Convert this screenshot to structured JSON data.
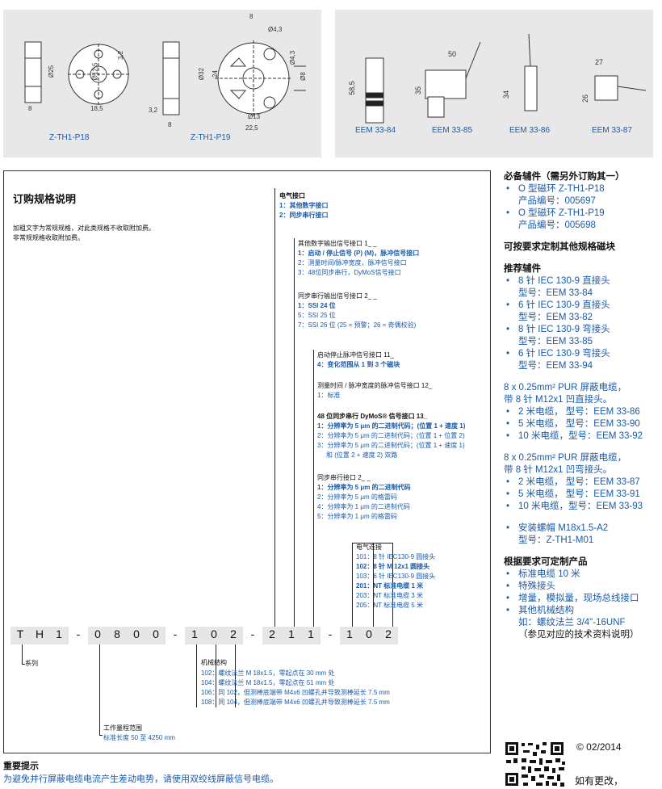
{
  "drawings": {
    "p18_label": "Z-TH1-P18",
    "p19_label": "Z-TH1-P19",
    "p18_dims": {
      "d1": "Ø12,5",
      "d2": "Ø25",
      "d3": "3,2",
      "d4": "18,5",
      "d5": "8"
    },
    "p19_dims": {
      "d1": "8",
      "d2": "Ø4,3",
      "d3": "Ø32",
      "d4": "24",
      "d5": "Ø4,3",
      "d6": "Ø8",
      "d7": "Ø13",
      "d8": "22,5",
      "d9": "3,2",
      "d10": "8"
    },
    "connectors": [
      {
        "label": "EEM 33-84",
        "dim1": "58,5"
      },
      {
        "label": "EEM 33-85",
        "dim1": "50",
        "dim2": "35"
      },
      {
        "label": "EEM 33-86",
        "dim1": "34"
      },
      {
        "label": "EEM 33-87",
        "dim1": "27",
        "dim2": "26"
      }
    ]
  },
  "order": {
    "title": "订购规格说明",
    "note1": "加粗文字为常规规格，对此类规格不收取附加费。",
    "note2": "非常规规格收取附加费。",
    "elec": {
      "title": "电气接口",
      "o1": "1：其他数字接口",
      "o2": "2：同步串行接口"
    },
    "other": {
      "title": "其他数字输出信号接口 1_ _",
      "o1": "1：启动 / 停止信号 (P) (M)，脉冲信号接口",
      "o2": "2：测量时间/脉冲宽度，脉冲信号接口",
      "o3": "3：48位同步串行，DyMoS信号接口"
    },
    "ssi": {
      "title": "同步串行输出信号接口 2_ _",
      "o1": "1：SSI 24 位",
      "o2": "5：SSI 25 位",
      "o3": "7：SSI 26 位 (25 = 预警；26 = 奇偶校验)"
    },
    "start": {
      "title": "启动停止脉冲信号接口 11_",
      "o1": "4：变化范围从 1 到 3 个磁块"
    },
    "meas": {
      "title": "测量时间 / 脉冲宽度的脉冲信号接口 12_",
      "o1": "1：标准"
    },
    "dymos": {
      "title": "48 位同步串行 DyMoS® 信号接口 13_",
      "o1": "1：分辨率为 5 μm 的二进制代码；(位置 1 + 速度 1)",
      "o2": "2：分辨率为 5 μm 的二进制代码；(位置 1 + 位置 2)",
      "o3": "3：分辨率为 5 μm 的二进制代码；(位置 1 + 速度 1)",
      "o3b": "和 (位置 2 + 速度 2) 双路"
    },
    "sync": {
      "title": "同步串行接口 2_ _",
      "o1": "1：分辨率为 5 μm 的二进制代码",
      "o2": "2：分辨率为 5 μm 的格雷码",
      "o3": "4：分辨率为 1 μm 的二进制代码",
      "o4": "5：分辨率为 1 μm 的格雷码"
    },
    "conn": {
      "title": "电气连接",
      "o1": "101：8 针 IEC130-9 圆接头",
      "o2": "102：8 针 M 12x1 圆接头",
      "o3": "103：6 针 IEC130-9 圆接头",
      "o4": "201：NT 标准电缆 1 米",
      "o5": "203：NT 标准电缆 3 米",
      "o6": "205：NT 标准电缆 5 米"
    },
    "code": [
      "T",
      "H",
      "1",
      "-",
      "0",
      "8",
      "0",
      "0",
      "-",
      "1",
      "0",
      "2",
      "-",
      "2",
      "1",
      "1",
      "-",
      "1",
      "0",
      "2"
    ],
    "series": "系列",
    "mech": {
      "title": "机械结构",
      "o1": "102：螺纹法兰 M 18x1.5，零起点在 30 mm 处",
      "o2": "104：螺纹法兰 M 18x1.5，零起点在 51 mm 处",
      "o3": "106：同 102，但测棒底端带 M4x6 凹螺孔并导致测棒延长 7.5 mm",
      "o4": "108：同 104，但测棒底端带 M4x6 凹螺孔并导致测棒延长 7.5 mm"
    },
    "range": {
      "title": "工作量程范围",
      "o1": "标准长度 50 至 4250 mm"
    }
  },
  "footer": {
    "title": "重要提示",
    "text": "为避免并行屏蔽电缆电流产生差动电势，请使用双绞线屏蔽信号电缆。",
    "copyright": "© 02/2014",
    "change": "如有更改，"
  },
  "side": {
    "req_title": "必备辅件（需另外订购其一）",
    "req": [
      {
        "a": "O 型磁环 Z-TH1-P18",
        "b": "产品编号：005697"
      },
      {
        "a": "O 型磁环 Z-TH1-P19",
        "b": "产品编号：005698"
      }
    ],
    "custom": "可按要求定制其他规格磁块",
    "rec_title": "推荐辅件",
    "rec": [
      {
        "a": "8 针 IEC 130-9 直接头",
        "b": "型号：EEM 33-84"
      },
      {
        "a": "6 针 IEC 130-9 直接头",
        "b": "型号：EEM 33-82"
      },
      {
        "a": "8 针 IEC 130-9 弯接头",
        "b": "型号：EEM 33-85"
      },
      {
        "a": "6 针 IEC 130-9 弯接头",
        "b": "型号：EEM 33-94"
      }
    ],
    "cab1_h1": "8 x 0.25mm² PUR 屏蔽电缆，",
    "cab1_h2": "带 8 针 M12x1 凹直接头。",
    "cab1": [
      "2 米电缆，  型号：EEM 33-86",
      "5 米电缆，  型号：EEM 33-90",
      "10 米电缆，型号：EEM 33-92"
    ],
    "cab2_h1": "8 x 0.25mm² PUR 屏蔽电缆，",
    "cab2_h2": "带 8 针 M12x1 凹弯接头。",
    "cab2": [
      "2 米电缆，  型号：EEM 33-87",
      "5 米电缆，  型号：EEM 33-91",
      "10 米电缆，型号：EEM 33-93"
    ],
    "nut_a": "安装螺帽 M18x1.5-A2",
    "nut_b": "型号：Z-TH1-M01",
    "cust_title": "根据要求可定制产品",
    "cust": [
      "标准电缆 10 米",
      "特殊接头",
      "增量，模拟量，现场总线接口",
      "其他机械结构"
    ],
    "cust_e1": "如：螺纹法兰 3/4\"-16UNF",
    "cust_e2": "（参见对应的技术资料说明）"
  }
}
